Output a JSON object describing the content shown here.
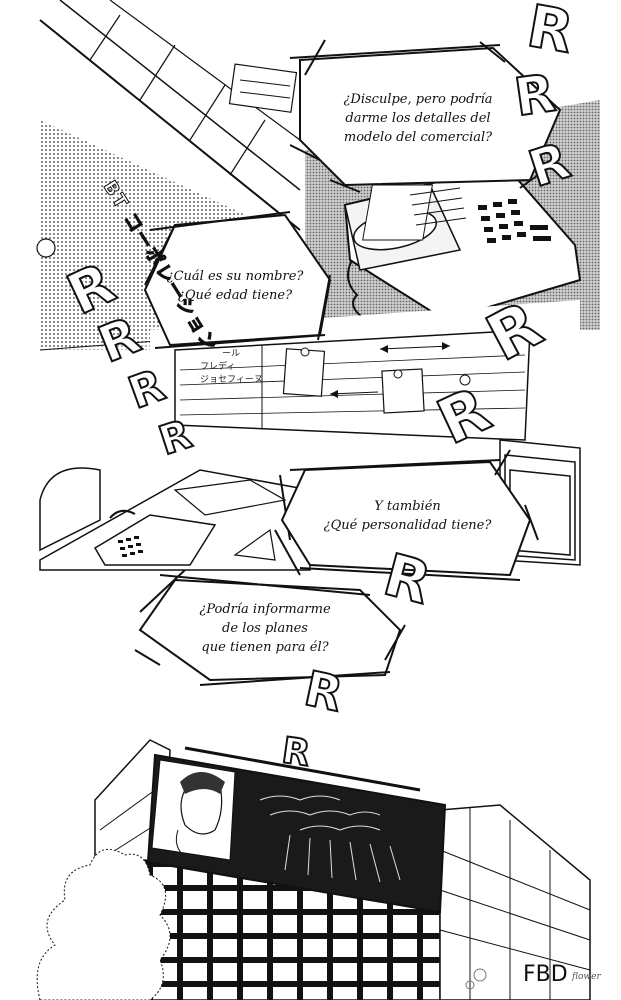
{
  "bubbles": {
    "b1": [
      "¿Disculpe, pero podría",
      "darme los detalles del",
      "modelo del comercial?"
    ],
    "b2": [
      "¿Cuál es su nombre?",
      "¿Qué edad tiene?"
    ],
    "b3": [
      "Y también",
      "¿Qué personalidad tiene?"
    ],
    "b4": [
      "¿Podría informarme",
      "de los planes",
      "que tienen para él?"
    ]
  },
  "sfx": {
    "ring": "R"
  },
  "sign": {
    "building": "BT コーポレーション"
  },
  "board": {
    "row1": "ール",
    "row2": "フレディ",
    "row3": "ジョセフィーヌ"
  },
  "credit": {
    "main": "FBD",
    "sub": "flower"
  }
}
